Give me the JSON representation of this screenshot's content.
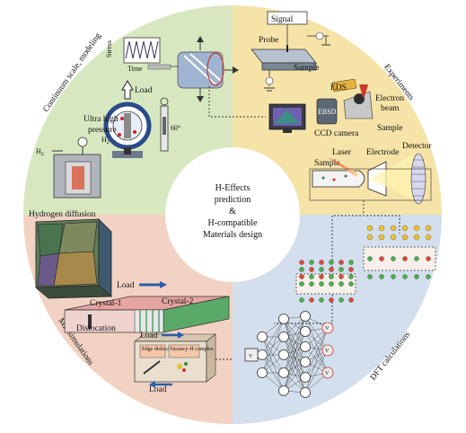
{
  "center_lines": [
    "H-Effects",
    "prediction",
    "&",
    "H-compatible",
    "Materials design"
  ],
  "quadrants": {
    "continuum": {
      "title": "Continuum scale, modeling",
      "color": "#d7e8c0"
    },
    "experiments": {
      "title": "Experiments",
      "color": "#f6e3a8"
    },
    "dft": {
      "title": "DFT calculations",
      "color": "#d3dfec"
    },
    "md": {
      "title": "MD simulations",
      "color": "#f2d2c2"
    }
  },
  "labels": {
    "stress": "Stress",
    "time": "Time",
    "load": "Load",
    "ultra_high": "Ultra high",
    "pressure": "pressure",
    "h2": "H",
    "h2_sub": "2",
    "angle": "60°",
    "signal": "Signal",
    "probe": "Probe",
    "sample": "Sample",
    "eds": "EDS",
    "electron": "Electron",
    "beam": "beam",
    "ebsd": "EBSD",
    "ccd_camera": "CCD camera",
    "sample2": "Sample",
    "laser": "Laser",
    "sample3": "Sample",
    "electrode": "Electrode",
    "detector": "Detector",
    "hydrogen_diffusion": "Hydrogen diffusion",
    "md_load": "Load",
    "crystal1": "Crystal-1",
    "crystal2": "Crystal-2",
    "dislocation": "Dislocation",
    "md_load2": "Load",
    "md_load3": "Load",
    "edge_dislocation": "Edge dislocation",
    "vacancy_h_complex": "Vacancy-H complex",
    "nn_in": "V",
    "nn_out1": "V",
    "nn_out2": "V",
    "nn_out3": "V"
  }
}
